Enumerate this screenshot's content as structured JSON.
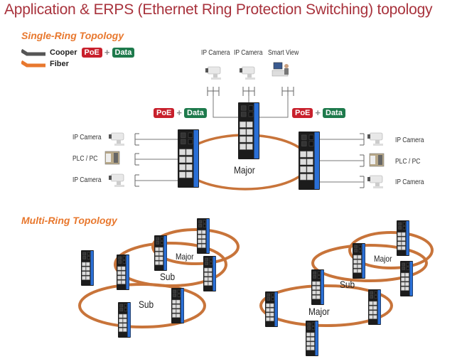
{
  "title": "Application & ERPS (Ethernet  Ring Protection Switching) topology",
  "single_ring": {
    "heading": "Single-Ring Topology",
    "legend": [
      {
        "label": "Cooper",
        "color": "#555555",
        "badges": [
          "PoE",
          "+",
          "Data"
        ]
      },
      {
        "label": "Fiber",
        "color": "#e8782e"
      }
    ],
    "top_devices": [
      "IP Camera",
      "IP Camera",
      "Smart View"
    ],
    "left_devices": [
      "IP Camera",
      "PLC / PC",
      "IP Camera"
    ],
    "right_devices": [
      "IP Camera",
      "PLC / PC",
      "IP Camera"
    ],
    "badge_poe": "PoE",
    "badge_plus": "+",
    "badge_data": "Data",
    "ring_label": "Major"
  },
  "multi_ring": {
    "heading": "Multi-Ring Topology",
    "left_diagram": {
      "labels": [
        "Major",
        "Sub",
        "Sub"
      ]
    },
    "right_diagram": {
      "labels": [
        "Major",
        "Sub",
        "Major"
      ]
    }
  },
  "colors": {
    "title": "#a8323c",
    "heading": "#e8782e",
    "poe": "#c8202c",
    "data": "#1e7a4c",
    "fiber": "#c8743a",
    "switch_body": "#1c1c1c",
    "switch_accent": "#2a6fd6"
  }
}
